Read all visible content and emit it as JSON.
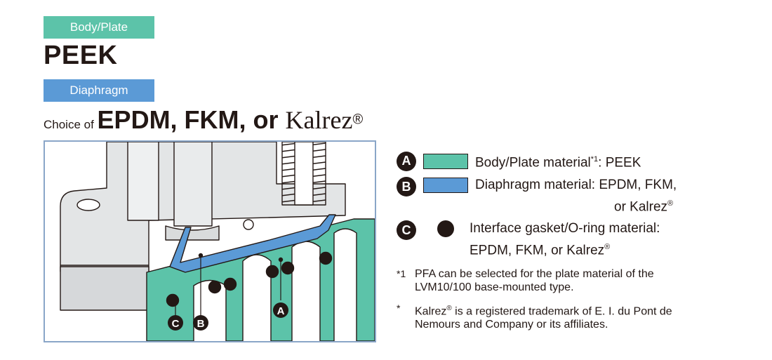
{
  "tags": {
    "body_plate": "Body/Plate",
    "diaphragm": "Diaphragm"
  },
  "body_material": "PEEK",
  "choice": {
    "prefix": "Choice of ",
    "main": "EPDM, FKM, or ",
    "brand": "Kalrez",
    "reg": "®"
  },
  "callouts": {
    "a": "A",
    "b": "B",
    "c": "C"
  },
  "legend": {
    "a": {
      "badge": "A",
      "color": "#5cc3a9",
      "text": "Body/Plate material",
      "ref": "*1",
      "value": ": PEEK"
    },
    "b": {
      "badge": "B",
      "color": "#5b9ad6",
      "line1": "Diaphragm material: EPDM, FKM,",
      "line2": "or Kalrez",
      "reg": "®"
    },
    "c": {
      "badge": "C",
      "line1": "Interface gasket/O-ring material:",
      "line2": "EPDM, FKM, or Kalrez",
      "reg": "®"
    }
  },
  "notes": [
    {
      "mark": "*1",
      "text1": "PFA can be selected for the plate material of the",
      "text2": "LVM10/100 base-mounted type."
    },
    {
      "mark": "*",
      "pre": "Kalrez",
      "reg": "®",
      "text1": " is a registered trademark of E. I. du Pont de",
      "text2": "Nemours and Company or its affiliates."
    }
  ],
  "colors": {
    "peek": "#5cc3a9",
    "diaphragm": "#5b9ad6",
    "body_gray": "#e3e5e6",
    "outline": "#231815",
    "frame": "#8aa6c8"
  }
}
